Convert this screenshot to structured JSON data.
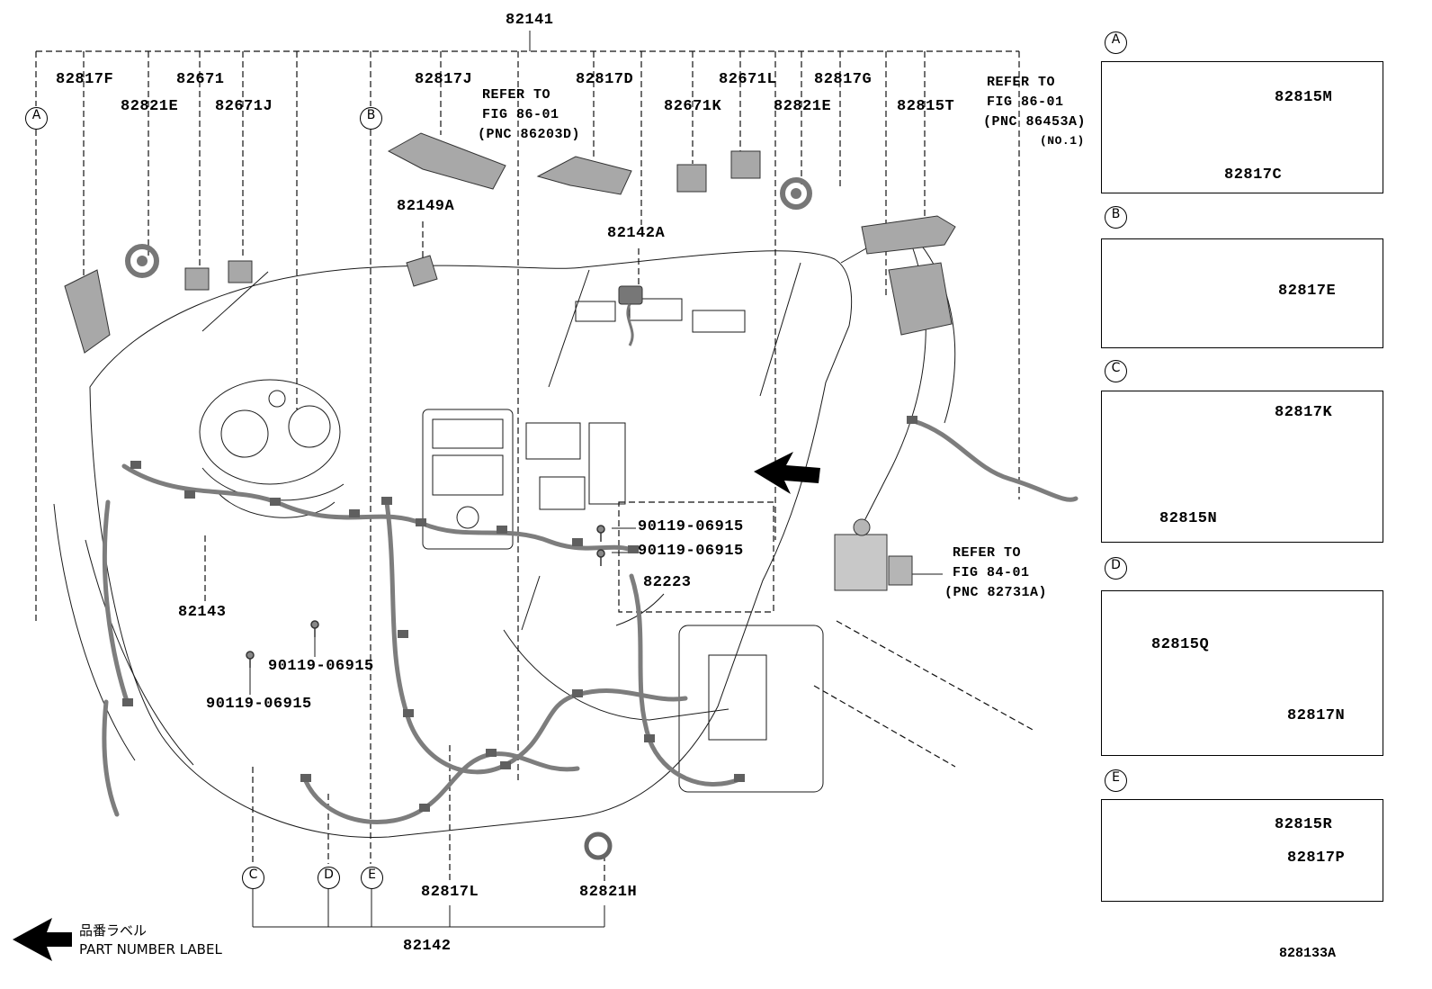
{
  "page": {
    "title": "82141",
    "doc_code": "828133A",
    "footer": {
      "jp": "品番ラベル",
      "en": "PART NUMBER LABEL"
    }
  },
  "labels": {
    "p82141": "82141",
    "p82817F": "82817F",
    "p82671": "82671",
    "p82821E_1": "82821E",
    "p82671J": "82671J",
    "p82817J": "82817J",
    "p82817D": "82817D",
    "p82671L": "82671L",
    "p82671K": "82671K",
    "p82817G": "82817G",
    "p82821E_2": "82821E",
    "p82815T": "82815T",
    "p82149A": "82149A",
    "p82142A": "82142A",
    "p82143": "82143",
    "p90119_1": "90119-06915",
    "p90119_2": "90119-06915",
    "p90119_3": "90119-06915",
    "p90119_4": "90119-06915",
    "p82223": "82223",
    "p82817L": "82817L",
    "p82821H": "82821H",
    "p82142": "82142"
  },
  "refs": {
    "ref1": {
      "l1": "REFER TO",
      "l2": "FIG 86-01",
      "l3": "(PNC 86203D)"
    },
    "ref2": {
      "l1": "REFER TO",
      "l2": "FIG 86-01",
      "l3": "(PNC 86453A)",
      "l4": "(NO.1)"
    },
    "ref3": {
      "l1": "REFER TO",
      "l2": "FIG 84-01",
      "l3": "(PNC 82731A)"
    }
  },
  "markers": {
    "A": "A",
    "B": "B",
    "C": "C",
    "D": "D",
    "E": "E"
  },
  "panels": {
    "A": {
      "letter": "A",
      "p1": "82815M",
      "p2": "82817C"
    },
    "B": {
      "letter": "B",
      "p1": "82817E"
    },
    "C": {
      "letter": "C",
      "p1": "82817K",
      "p2": "82815N"
    },
    "D": {
      "letter": "D",
      "p1": "82815Q",
      "p2": "82817N"
    },
    "E": {
      "letter": "E",
      "p1": "82815R",
      "p2": "82817P"
    }
  }
}
